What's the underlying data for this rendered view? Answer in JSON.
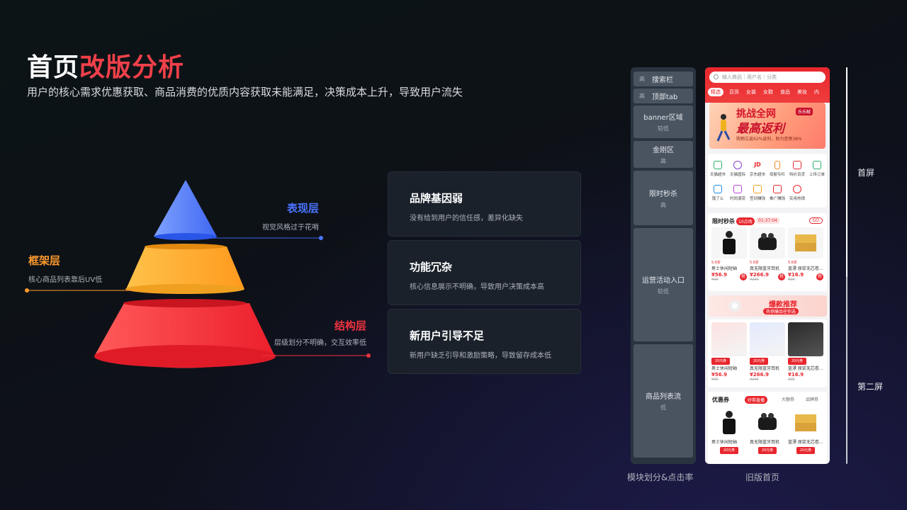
{
  "header": {
    "title_white": "首页",
    "title_red": "改版分析",
    "subtitle": "用户的核心需求优惠获取、商品消费的优质内容获取未能满足，决策成本上升，导致用户流失"
  },
  "pyramid": {
    "top": {
      "name": "表现层",
      "desc": "视觉风格过于花哨",
      "color": "#4a74ff"
    },
    "middle": {
      "name": "框架层",
      "desc": "核心商品列表靠后UV低",
      "color": "#ff9a2e"
    },
    "bottom": {
      "name": "结构层",
      "desc": "层级划分不明确，交互效率低",
      "color": "#f0323f"
    }
  },
  "cards": [
    {
      "title": "品牌基因弱",
      "desc": "没有给到用户的信任感，差异化缺失"
    },
    {
      "title": "功能冗杂",
      "desc": "核心信息展示不明确，导致用户决策成本高"
    },
    {
      "title": "新用户引导不足",
      "desc": "新用户缺乏引导和激励策略，导致留存成本低"
    }
  ],
  "modules": [
    {
      "label": "搜索栏",
      "rate": "高"
    },
    {
      "label": "顶部tab",
      "rate": "高"
    },
    {
      "label": "banner区域",
      "rate": "较低"
    },
    {
      "label": "金刚区",
      "rate": "高"
    },
    {
      "label": "限时秒杀",
      "rate": "高"
    },
    {
      "label": "运营活动入口",
      "rate": "较低"
    },
    {
      "label": "商品列表流",
      "rate": "低"
    }
  ],
  "phone": {
    "search_placeholder": "输入商品｜用户名｜分类",
    "categories": [
      "精选",
      "百货",
      "女装",
      "女鞋",
      "食品",
      "美妆",
      "内"
    ],
    "banner": {
      "title": "挑战全网",
      "big": "最高返利",
      "tip": "购物立返62%返利，助力音频38%",
      "badge": "乐乐献"
    },
    "icons": [
      {
        "label": "天猫超市",
        "icon": "cart-icon",
        "color": "#2ab06a"
      },
      {
        "label": "天猫国际",
        "icon": "globe-icon",
        "color": "#8b3fd1"
      },
      {
        "label": "京东超市",
        "icon": "jd-icon",
        "color": "#e8262d"
      },
      {
        "label": "母婴专栏",
        "icon": "bottle-icon",
        "color": "#f28a1e"
      },
      {
        "label": "特价百货",
        "icon": "bag-icon",
        "color": "#e8262d"
      },
      {
        "label": "上传订单",
        "icon": "clipboard-icon",
        "color": "#2ab06a"
      },
      {
        "label": "饿了么",
        "icon": "bowl-icon",
        "color": "#1c8ce8"
      },
      {
        "label": "时尚潮流",
        "icon": "dress-icon",
        "color": "#b844d6"
      },
      {
        "label": "签到赚钱",
        "icon": "gift-icon",
        "color": "#f2a21e"
      },
      {
        "label": "推广赚钱",
        "icon": "doc-icon",
        "color": "#e8262d"
      },
      {
        "label": "实用热销",
        "icon": "flame-icon",
        "color": "#e8262d"
      }
    ],
    "flash": {
      "title": "限时秒杀",
      "tag": "10点场",
      "time": "01:37:04",
      "go": "GO",
      "products": [
        {
          "tag": "5.6折",
          "name": "男士休闲短袖",
          "price": "¥56.9",
          "old": "¥99",
          "btn": "抢"
        },
        {
          "tag": "5.6折",
          "name": "真无限蓝牙耳机",
          "price": "¥266.9",
          "old": "¥299",
          "btn": "抢"
        },
        {
          "tag": "5.6折",
          "name": "蓝漂 原浆无芯卷...",
          "price": "¥16.9",
          "old": "¥29",
          "btn": "抢"
        }
      ]
    },
    "hot": {
      "title": "爆款推荐",
      "sub": "热销爆品任你选"
    },
    "hotlist": {
      "products": [
        {
          "coupon": "20元券",
          "name": "男士休闲短袖",
          "price": "¥56.9",
          "old": "¥99"
        },
        {
          "coupon": "20元券",
          "name": "真无限蓝牙耳机",
          "price": "¥266.9",
          "old": "¥299"
        },
        {
          "coupon": "20元券",
          "name": "蓝漂 原浆无芯卷...",
          "price": "¥16.9",
          "old": "¥29"
        }
      ]
    },
    "coupons": {
      "title": "优惠券",
      "tabs": [
        "好券直播",
        "大额券",
        "品牌券"
      ],
      "products": [
        {
          "name": "男士休闲短袖",
          "coupon": "20元券"
        },
        {
          "name": "真无限蓝牙耳机",
          "coupon": "20元券"
        },
        {
          "name": "蓝漂 原浆无芯卷...",
          "coupon": "20元券"
        }
      ]
    }
  },
  "screens": {
    "first": "首屏",
    "second": "第二屏"
  },
  "bottom_labels": {
    "modules": "模块划分&点击率",
    "old": "旧版首页"
  }
}
